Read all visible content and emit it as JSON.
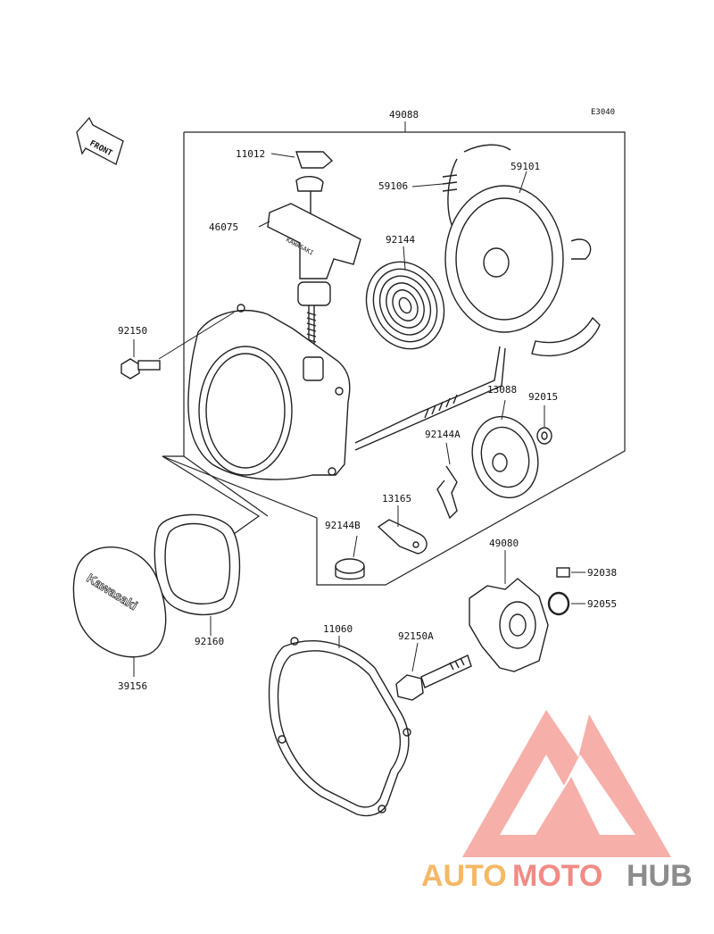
{
  "diagram": {
    "code": "E3040",
    "front_label": "FRONT",
    "parts": [
      {
        "id": "p49088",
        "number": "49088"
      },
      {
        "id": "p11012",
        "number": "11012"
      },
      {
        "id": "p46075",
        "number": "46075"
      },
      {
        "id": "p59106",
        "number": "59106"
      },
      {
        "id": "p59101",
        "number": "59101"
      },
      {
        "id": "p92144",
        "number": "92144"
      },
      {
        "id": "p92150",
        "number": "92150"
      },
      {
        "id": "p13088",
        "number": "13088"
      },
      {
        "id": "p92015",
        "number": "92015"
      },
      {
        "id": "p92144A",
        "number": "92144A"
      },
      {
        "id": "p13165",
        "number": "13165"
      },
      {
        "id": "p92144B",
        "number": "92144B"
      },
      {
        "id": "p49080",
        "number": "49080"
      },
      {
        "id": "p92038",
        "number": "92038"
      },
      {
        "id": "p92055",
        "number": "92055"
      },
      {
        "id": "p11060",
        "number": "11060"
      },
      {
        "id": "p92150A",
        "number": "92150A"
      },
      {
        "id": "p92160",
        "number": "92160"
      },
      {
        "id": "p39156",
        "number": "39156"
      }
    ],
    "cover_brand": "Kawasaki",
    "handle_brand": "KAWASAKI"
  },
  "watermark": {
    "text_auto": "AUTO",
    "text_moto": "MOTO",
    "text_hub": "HUB",
    "colors": {
      "auto": "#f5b866",
      "moto": "#f08b86",
      "hub": "#8c8c8c",
      "logo": "#f28b82"
    }
  }
}
